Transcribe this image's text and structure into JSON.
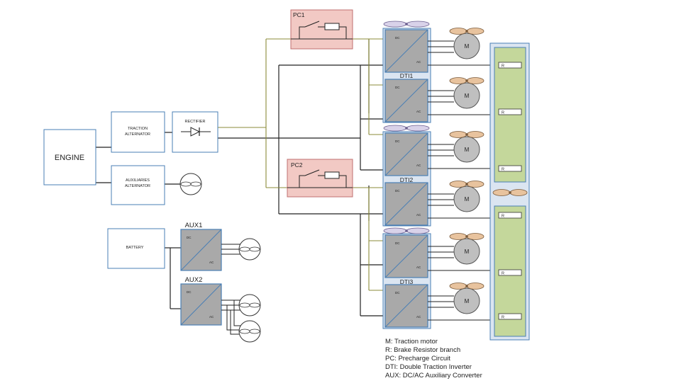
{
  "engine": "ENGINE",
  "traction_alternator": [
    "TRACTION",
    "ALTERNATOR"
  ],
  "auxiliaries_alternator": [
    "AUXILIARIES",
    "ALTERNATOR"
  ],
  "rectifier": "RECTIFIER",
  "battery": "BATTERY",
  "pc1": "PC1",
  "pc2": "PC2",
  "dti1": "DTI1",
  "dti2": "DTI2",
  "dti3": "DTI3",
  "aux1": "AUX1",
  "aux2": "AUX2",
  "motor": "M",
  "resistor": "R",
  "dc": "DC",
  "ac": "AC",
  "legend": [
    "M: Traction motor",
    "R: Brake Resistor branch",
    "PC: Precharge Circuit",
    "DTI: Double Traction Inverter",
    "AUX: DC/AC Auxiliary Converter"
  ],
  "colors": {
    "box_border": "#4a7fb5",
    "pc_fill": "#f2c9c4",
    "inverter_fill": "#a9a9a9",
    "dti_group_fill": "#dbe5f1",
    "resistor_panel": "#c4d79b",
    "motor_fill": "#bfbfbf",
    "fan_tan": "#e8c39e",
    "fan_purple": "#d9d2e9",
    "precharge_line": "#8b8b3a"
  }
}
